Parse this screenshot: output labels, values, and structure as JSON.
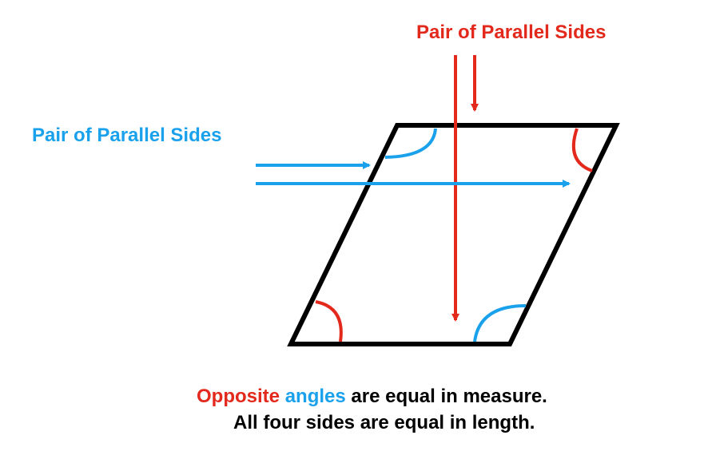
{
  "colors": {
    "red": "#e3291c",
    "blue": "#1aa1ec",
    "black": "#000000"
  },
  "labels": {
    "red_pair": "Pair of Parallel Sides",
    "blue_pair": "Pair of Parallel Sides"
  },
  "caption": {
    "line1_word1": "Opposite",
    "line1_word2": "angles",
    "line1_rest": "are equal in measure.",
    "line2": "All four sides are equal in length."
  }
}
